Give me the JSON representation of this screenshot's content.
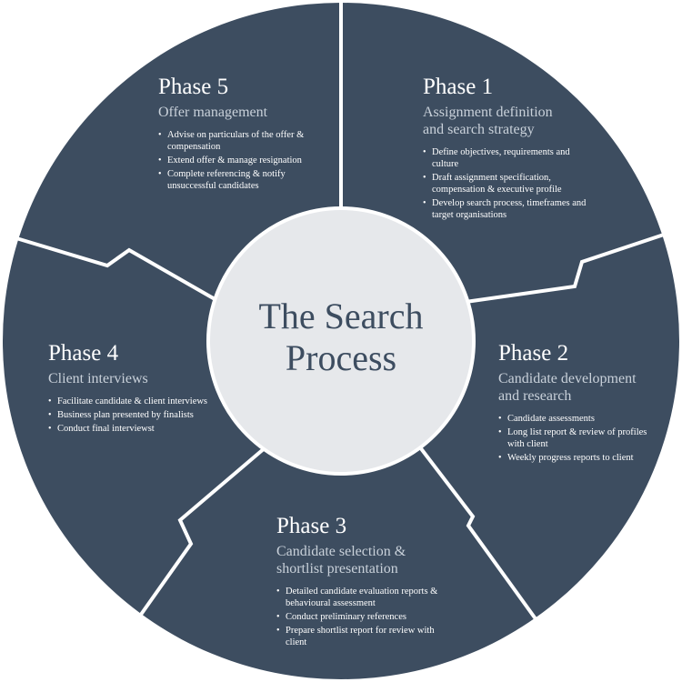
{
  "colors": {
    "segment": "#3d4d60",
    "divider": "#ffffff",
    "hub": "#e6e8eb",
    "hub_text": "#3d4d60",
    "subtitle": "#c9d1da"
  },
  "center": {
    "title_line1": "The Search",
    "title_line2": "Process"
  },
  "phases": [
    {
      "title": "Phase 1",
      "subtitle_line1": "Assignment definition",
      "subtitle_line2": "and search strategy",
      "bullets": [
        "Define objectives, requirements and culture",
        "Draft assignment specification, compensation & executive profile",
        "Develop search process, timeframes and target organisations"
      ]
    },
    {
      "title": "Phase 2",
      "subtitle_line1": "Candidate development",
      "subtitle_line2": "and research",
      "bullets": [
        "Candidate assessments",
        "Long list report & review of profiles with client",
        "Weekly progress reports to client"
      ]
    },
    {
      "title": "Phase 3",
      "subtitle_line1": "Candidate selection &",
      "subtitle_line2": "shortlist presentation",
      "bullets": [
        "Detailed candidate evaluation reports & behavioural assessment",
        "Conduct preliminary references",
        "Prepare shortlist report for review with client"
      ]
    },
    {
      "title": "Phase 4",
      "subtitle_line1": "Client interviews",
      "subtitle_line2": "",
      "bullets": [
        "Facilitate candidate & client interviews",
        "Business plan presented by finalists",
        "Conduct final interviewst"
      ]
    },
    {
      "title": "Phase 5",
      "subtitle_line1": "Offer management",
      "subtitle_line2": "",
      "bullets": [
        "Advise on particulars of the offer & compensation",
        "Extend offer & manage resignation",
        "Complete referencing & notify unsuccessful candidates"
      ]
    }
  ]
}
